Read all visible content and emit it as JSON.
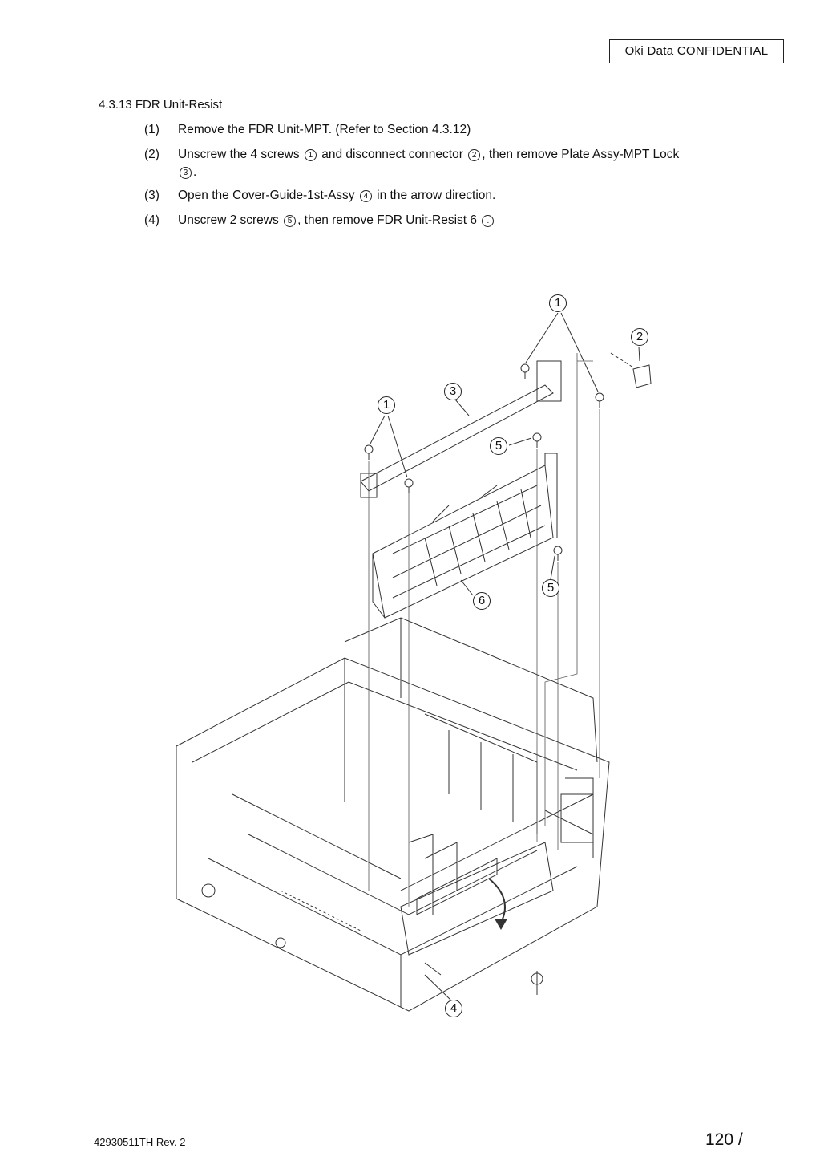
{
  "header": {
    "confidential": "Oki Data CONFIDENTIAL"
  },
  "section": {
    "heading": "4.3.13 FDR Unit-Resist"
  },
  "steps": [
    {
      "num": "(1)",
      "parts": [
        "Remove the FDR Unit-MPT. (Refer to Section 4.3.12)"
      ]
    },
    {
      "num": "(2)",
      "parts": [
        "Unscrew the 4 screws",
        "1",
        "and disconnect connector",
        "2",
        ", then remove Plate Assy-MPT Lock",
        "3",
        "."
      ]
    },
    {
      "num": "(3)",
      "parts": [
        "Open the Cover-Guide-1st-Assy",
        "4",
        "in the arrow direction."
      ]
    },
    {
      "num": "(4)",
      "parts": [
        "Unscrew 2 screws",
        "5",
        ", then remove FDR Unit-Resist",
        "6",
        "."
      ]
    }
  ],
  "callouts": [
    "1",
    "2",
    "3",
    "1",
    "5",
    "5",
    "6",
    "4"
  ],
  "footer": {
    "doc_number": "42930511TH  Rev. 2",
    "page": "120 /"
  }
}
